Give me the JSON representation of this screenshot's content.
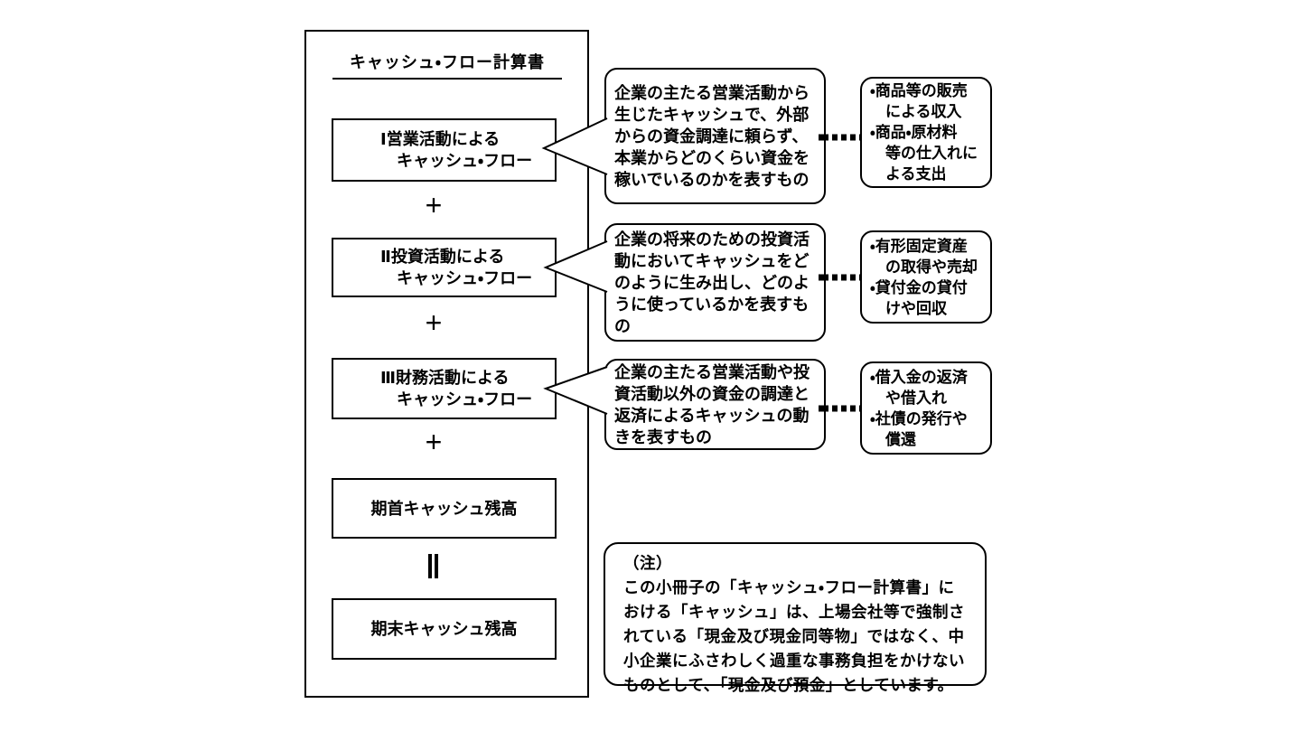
{
  "diagram": {
    "title": "キャッシュ・フロー計算書",
    "statement": {
      "operating": {
        "line1": "Ⅰ営業活動による",
        "line2": "　キャッシュ・フロー"
      },
      "investing": {
        "line1": "Ⅱ投資活動による",
        "line2": "　キャッシュ・フロー"
      },
      "financing": {
        "line1": "Ⅲ財務活動による",
        "line2": "　キャッシュ・フロー"
      },
      "beginning_balance": "期首キャッシュ残高",
      "ending_balance": "期末キャッシュ残高",
      "plus_operator": "+",
      "equals_operator": "‖"
    },
    "descriptions": {
      "operating": {
        "lines": [
          "企業の主たる営業活動から",
          "生じたキャッシュで、外部",
          "からの資金調達に頼らず、",
          "本業からどのくらい資金を",
          "稼いでいるのかを表すもの"
        ]
      },
      "investing": {
        "lines": [
          "企業の将来のための投資活",
          "動においてキャッシュをど",
          "のように生み出し、どのよ",
          "うに使っているかを表すも",
          "の"
        ]
      },
      "financing": {
        "lines": [
          "企業の主たる営業活動や投",
          "資活動以外の資金の調達と",
          "返済によるキャッシュの動",
          "きを表すもの"
        ]
      }
    },
    "examples": {
      "operating": {
        "lines": [
          "・商品等の販売",
          "　による収入",
          "・商品・原材料",
          "　等の仕入れに",
          "　よる支出"
        ]
      },
      "investing": {
        "lines": [
          "・有形固定資産",
          "　の取得や売却",
          "・貸付金の貸付",
          "　けや回収"
        ]
      },
      "financing": {
        "lines": [
          "・借入金の返済",
          "　や借入れ",
          "・社債の発行や",
          "　償還"
        ]
      }
    },
    "note": {
      "label": "（注）",
      "lines": [
        "この小冊子の「キャッシュ・フロー計算書」に",
        "おける「キャッシュ」は、上場会社等で強制さ",
        "れている「現金及び現金同等物」ではなく、中",
        "小企業にふさわしく過重な事務負担をかけない",
        "ものとして、「現金及び預金」としています。"
      ]
    },
    "colors": {
      "ink": "#000000",
      "background": "#ffffff"
    }
  }
}
